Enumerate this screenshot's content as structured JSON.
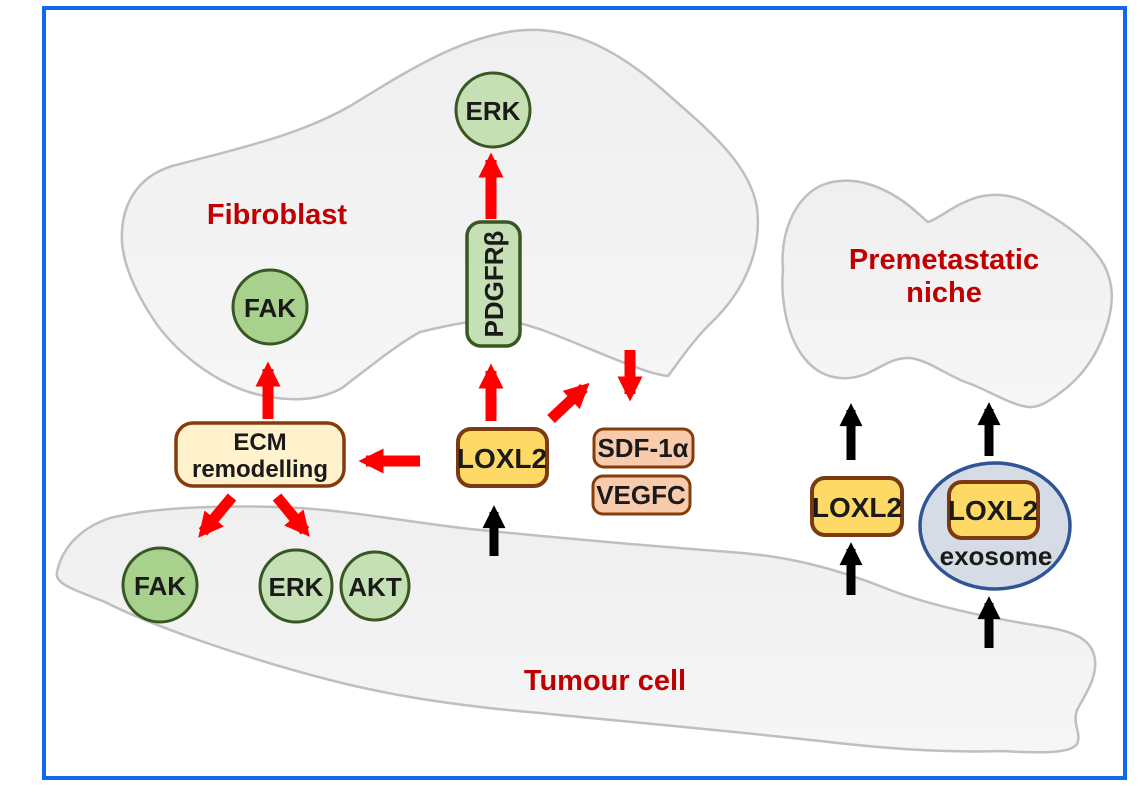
{
  "figure": {
    "type": "pathway-diagram",
    "description": "LOXL2 signalling between tumour cell, fibroblast and premetastatic niche",
    "border_color": "#1268EC",
    "background": "#FFFFFF"
  },
  "colors": {
    "label_red": "#C00000",
    "arrow_red": "#FF0000",
    "arrow_black": "#000000",
    "cell_fill": "#F2F2F3",
    "cell_stroke": "#BFBFBF",
    "kinase_fill_dark": "#A9D18E",
    "kinase_fill_light": "#C5E0B4",
    "kinase_stroke": "#385723",
    "loxl2_fill": "#FFD966",
    "loxl2_stroke": "#843C0C",
    "ecm_fill": "#FFF2CC",
    "chemokine_fill": "#F8CBAD",
    "chemokine_stroke": "#843C0C",
    "exosome_fill": "#D6DCE5",
    "exosome_stroke": "#2F5597"
  },
  "regions": {
    "fibroblast": {
      "label": "Fibroblast"
    },
    "premetastatic_niche": {
      "label_line1": "Premetastatic",
      "label_line2": "niche"
    },
    "tumour_cell": {
      "label": "Tumour cell"
    }
  },
  "nodes": {
    "erk_fibroblast": "ERK",
    "fak_fibroblast": "FAK",
    "pdgfrb": "PDGFRβ",
    "ecm_line1": "ECM",
    "ecm_line2": "remodelling",
    "loxl2_center": "LOXL2",
    "sdf1a": "SDF-1α",
    "vegfc": "VEGFC",
    "fak_tumour": "FAK",
    "erk_tumour": "ERK",
    "akt_tumour": "AKT",
    "loxl2_right": "LOXL2",
    "loxl2_exosome": "LOXL2",
    "exosome": "exosome"
  },
  "arrows": {
    "red": [
      "pdgfrb-to-erk",
      "ecm-to-fak-fibroblast",
      "loxl2-to-pdgfrb",
      "loxl2-to-sdf1a-diagonal",
      "fibroblast-to-sdf1a",
      "loxl2-to-ecm",
      "ecm-to-fak-tumour",
      "ecm-to-erk-tumour"
    ],
    "black": [
      "tumour-to-loxl2-center",
      "tumour-to-loxl2-right",
      "loxl2-right-to-niche",
      "tumour-to-exosome",
      "exosome-to-niche"
    ]
  }
}
